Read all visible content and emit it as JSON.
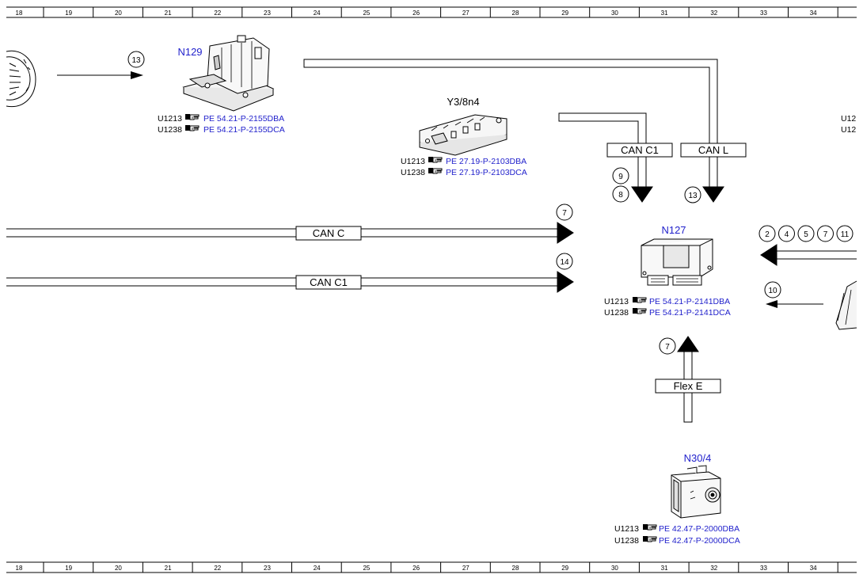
{
  "ruler": {
    "labels": [
      "18",
      "19",
      "20",
      "21",
      "22",
      "23",
      "24",
      "25",
      "26",
      "27",
      "28",
      "29",
      "30",
      "31",
      "32",
      "33",
      "34"
    ]
  },
  "components": {
    "n129": {
      "name": "N129"
    },
    "y3_8n4": {
      "name": "Y3/8n4"
    },
    "n127": {
      "name": "N127"
    },
    "n30_4": {
      "name": "N30/4"
    }
  },
  "refs": {
    "n129": [
      {
        "code": "U1213",
        "link": "PE 54.21-P-2155DBA"
      },
      {
        "code": "U1238",
        "link": "PE 54.21-P-2155DCA"
      }
    ],
    "y3_8n4": [
      {
        "code": "U1213",
        "link": "PE 27.19-P-2103DBA"
      },
      {
        "code": "U1238",
        "link": "PE 27.19-P-2103DCA"
      }
    ],
    "n127": [
      {
        "code": "U1213",
        "link": "PE 54.21-P-2141DBA"
      },
      {
        "code": "U1238",
        "link": "PE 54.21-P-2141DCA"
      }
    ],
    "n30_4": [
      {
        "code": "U1213",
        "link": "PE 42.47-P-2000DBA"
      },
      {
        "code": "U1238",
        "link": "PE 42.47-P-2000DCA"
      }
    ],
    "right_edge": [
      "U12",
      "U12"
    ]
  },
  "buses": {
    "can_c1_top": "CAN C1",
    "can_l": "CAN L",
    "can_c": "CAN C",
    "can_c1_mid": "CAN C1",
    "flex_e": "Flex E"
  },
  "circles": {
    "left_arrow": "13",
    "can_c1_upper": "9",
    "can_c1_lower": "8",
    "can_l": "13",
    "can_c": "7",
    "can_c1_mid": "14",
    "right_group": [
      "2",
      "4",
      "5",
      "7",
      "11"
    ],
    "right_thin": "10",
    "flex_e": "7"
  },
  "colors": {
    "component_label": "#2222cc",
    "link": "#2222cc",
    "line": "#000000"
  }
}
